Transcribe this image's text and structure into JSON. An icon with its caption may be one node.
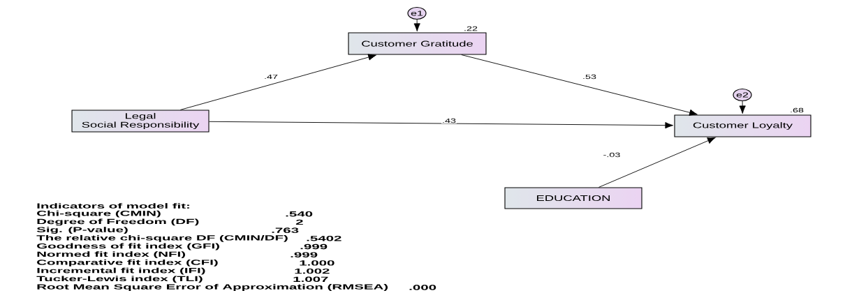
{
  "diagram": {
    "nodes": [
      {
        "text": [
          "e1"
        ]
      },
      {
        "text": [
          "Customer Gratitude"
        ],
        "beside": [
          ".22"
        ]
      },
      {
        "text": [
          "Legal Social Responsibility"
        ]
      },
      {
        "text": [
          "e2"
        ]
      },
      {
        "text": [
          "Customer Loyalty"
        ],
        "beside": [
          ".68"
        ]
      },
      {
        "text": [
          "EDUCATION"
        ]
      }
    ],
    "edges": [
      {
        "from": 0,
        "to": 1,
        "arrow": "to"
      },
      {
        "from": 2,
        "to": 1,
        "arrow": "to",
        "label": ".47"
      },
      {
        "from": 1,
        "to": 4,
        "arrow": "to",
        "label": ".53"
      },
      {
        "from": 2,
        "to": 4,
        "arrow": "to",
        "label": ".43"
      },
      {
        "from": 3,
        "to": 4,
        "arrow": "to"
      },
      {
        "from": 5,
        "to": 4,
        "arrow": "to",
        "label": "-.03"
      }
    ],
    "labels": [
      "Indicators of model fit:",
      "Chi-square (CMIN)",
      ".540",
      "Degree of Freedom (DF)",
      "2",
      "Sig. (P-value)",
      ".763",
      "The relative chi-square DF  (CMIN/DF)",
      ".5402",
      "Goodness of fit index (GFI)",
      ".999",
      "Normed fit index (NFI)",
      ".999",
      "Comparative fit index (CFI)",
      "1.000",
      "Incremental fit index (IFI)",
      "1.002",
      "Tucker-Lewis index (TLI)",
      "1.007",
      "Root Mean Square Error of Approximation (RMSEA)",
      ".000"
    ]
  }
}
